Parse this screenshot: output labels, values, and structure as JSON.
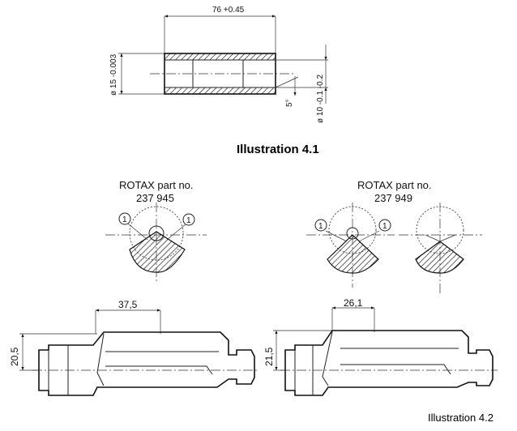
{
  "illustration_1": {
    "caption": "Illustration 4.1",
    "dim_length": "76 +0.45",
    "dim_outer_diameter": "ø 15 -0.003",
    "dim_inner_diameter": "ø 10 -0.1 -0.2",
    "dim_chamfer_angle": "5°"
  },
  "illustration_2": {
    "caption": "Illustration 4.2",
    "callout_marker": "1",
    "left_part": {
      "label": "ROTAX part no.",
      "number": "237 945",
      "dim_horizontal": "37,5",
      "dim_height": "20,5"
    },
    "right_part": {
      "label": "ROTAX part no.",
      "number": "237 949",
      "dim_horizontal": "26,1",
      "dim_height": "21,5"
    }
  }
}
